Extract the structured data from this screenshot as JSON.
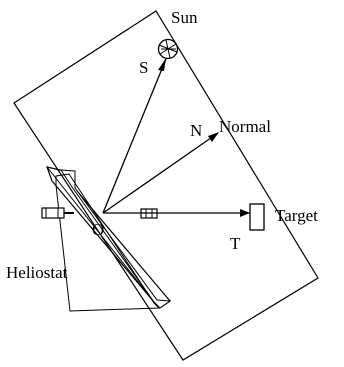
{
  "diagram": {
    "labels": {
      "sun": "Sun",
      "normal": "Normal",
      "target": "Target",
      "heliostat": "Heliostat",
      "point_s": "S",
      "point_n": "N",
      "point_o": "O",
      "point_t": "T"
    },
    "colors": {
      "stroke": "#000000",
      "background": "#ffffff"
    }
  }
}
